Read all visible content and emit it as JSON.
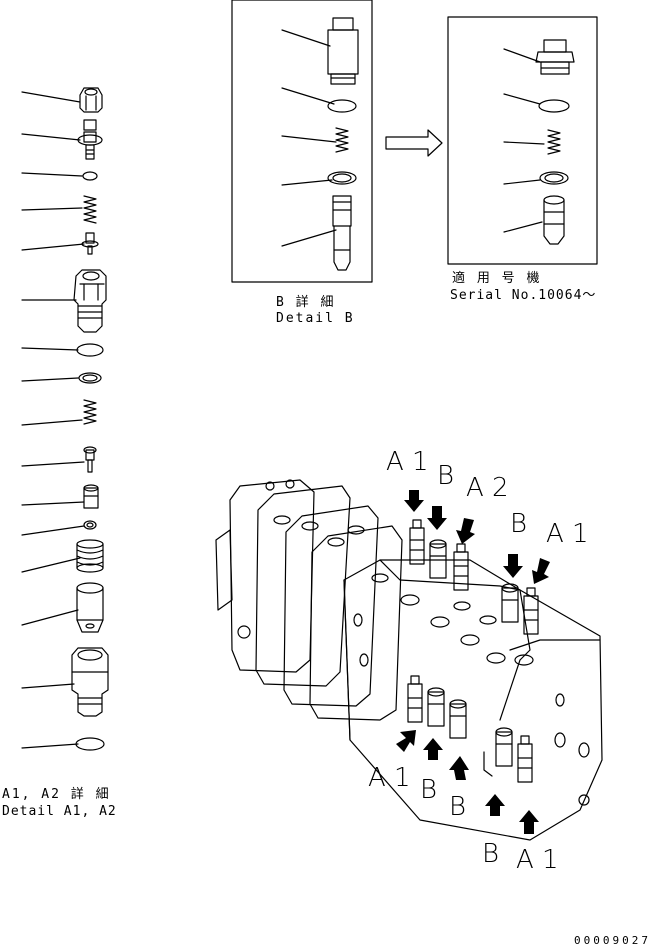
{
  "detail_b": {
    "title_jp": "B 詳 細",
    "title_en": "Detail B"
  },
  "serial_box": {
    "title_jp": "適 用 号 機",
    "serial": "Serial No.10064〜"
  },
  "detail_a": {
    "title_jp": "A1, A2 詳 細",
    "title_en": "Detail A1, A2"
  },
  "callouts": {
    "a1_top": "A 1",
    "b_top": "B",
    "a2_top": "A 2",
    "b_right": "B",
    "a1_right": "A 1",
    "a1_bottom": "A 1",
    "b_bottom1": "B",
    "b_bottom2": "B",
    "b_bottom3": "B",
    "a1_bottom2": "A 1"
  },
  "doc_number": "00009027",
  "icons": [
    "arrow-icon",
    "valve-body",
    "o-ring",
    "spring",
    "nut",
    "poppet"
  ]
}
